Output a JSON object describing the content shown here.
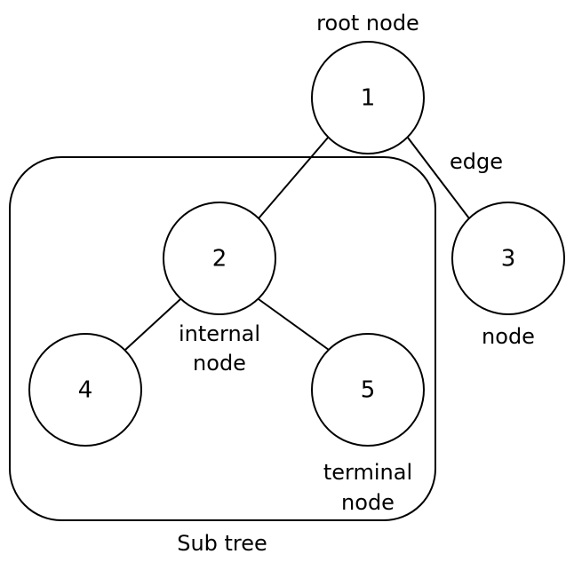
{
  "nodes": [
    {
      "id": "1",
      "label": "1"
    },
    {
      "id": "2",
      "label": "2"
    },
    {
      "id": "3",
      "label": "3"
    },
    {
      "id": "4",
      "label": "4"
    },
    {
      "id": "5",
      "label": "5"
    }
  ],
  "edges": [
    {
      "from": "1",
      "to": "2"
    },
    {
      "from": "1",
      "to": "3"
    },
    {
      "from": "2",
      "to": "4"
    },
    {
      "from": "2",
      "to": "5"
    }
  ],
  "annotations": {
    "root_node": "root node",
    "edge": "edge",
    "internal_node_line1": "internal",
    "internal_node_line2": "node",
    "node": "node",
    "terminal_node_line1": "terminal",
    "terminal_node_line2": "node",
    "sub_tree": "Sub tree"
  },
  "colors": {
    "stroke": "#000000",
    "background": "#ffffff"
  }
}
